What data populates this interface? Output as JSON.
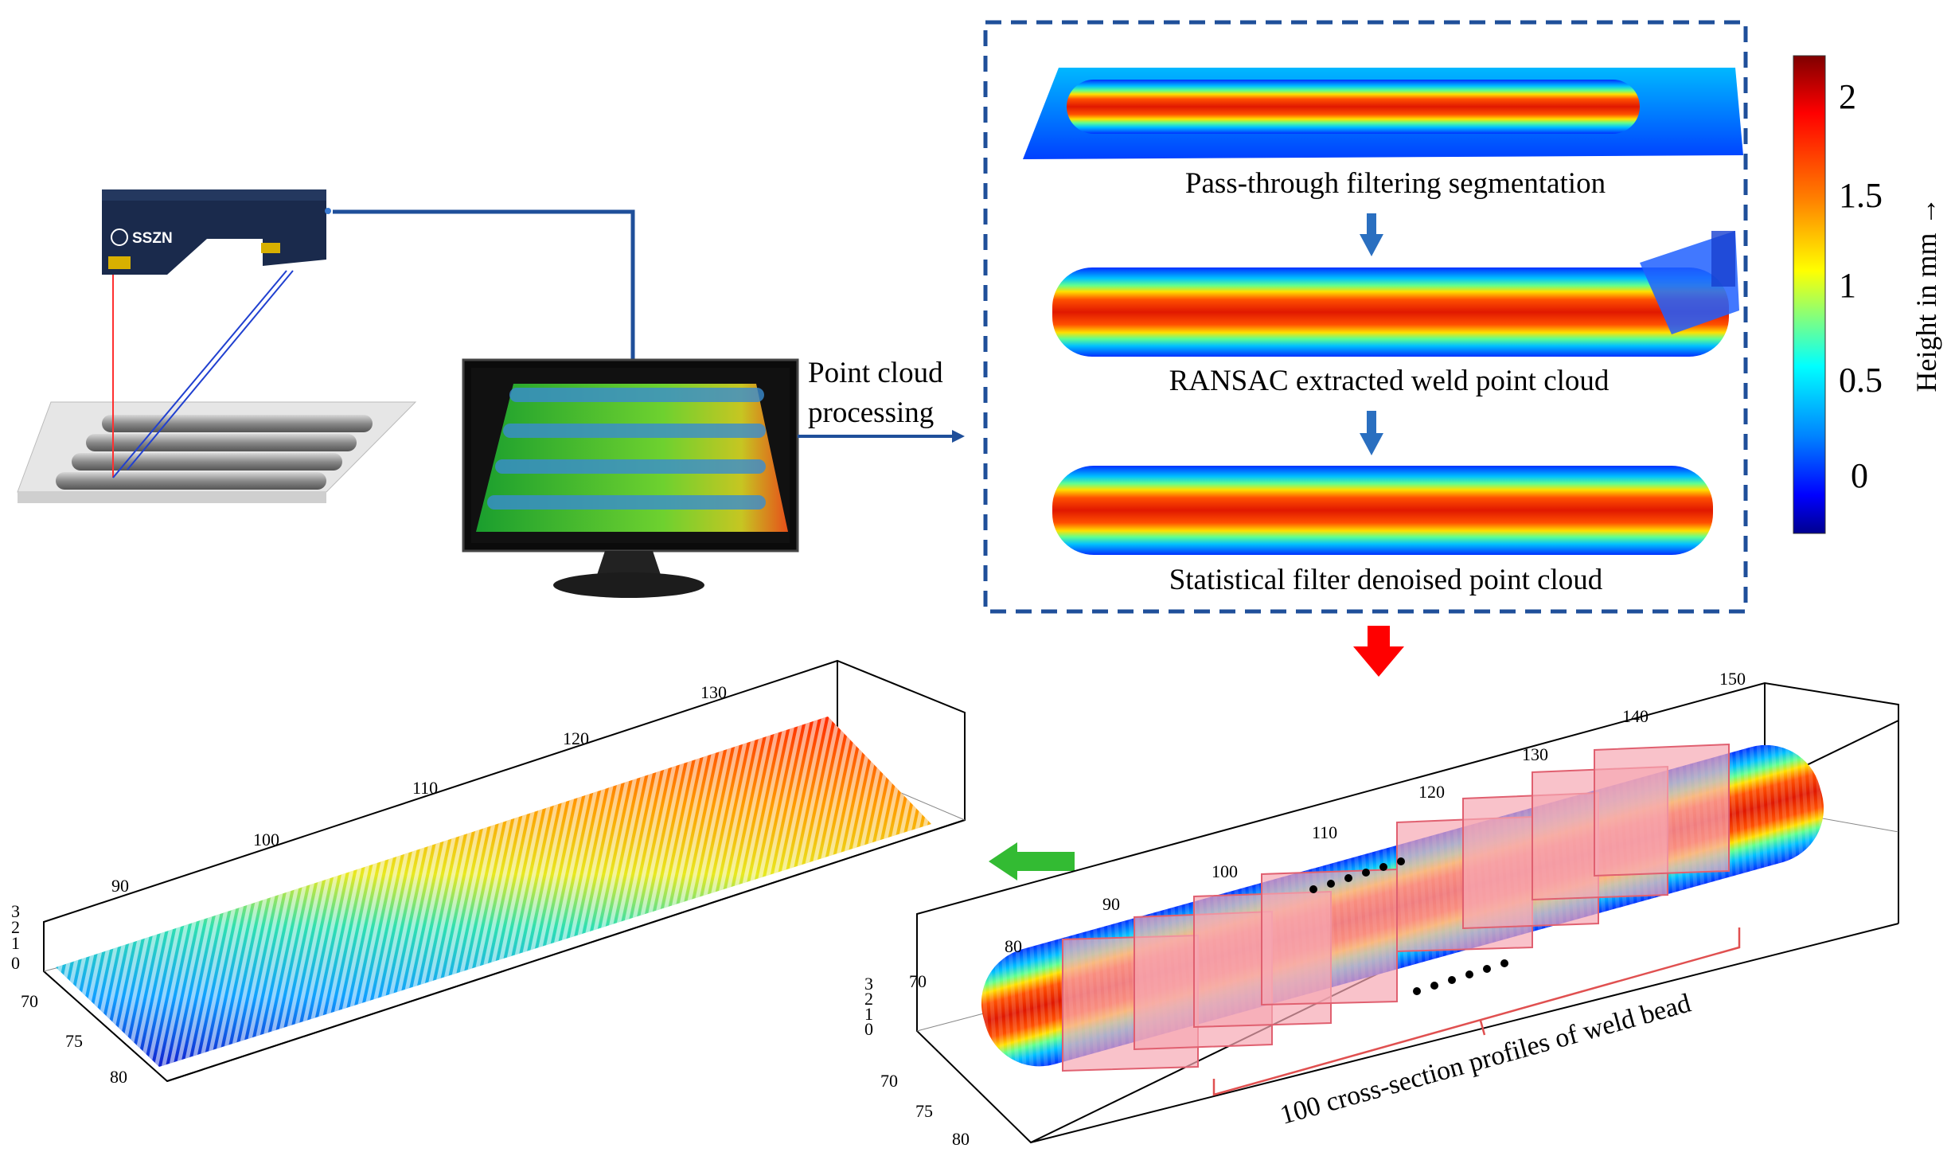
{
  "sensor": {
    "brand": "SSZN"
  },
  "flow": {
    "processing_label_line1": "Point cloud",
    "processing_label_line2": "processing"
  },
  "steps": [
    {
      "caption": "Pass-through filtering segmentation"
    },
    {
      "caption": "RANSAC extracted weld point cloud"
    },
    {
      "caption": "Statistical filter denoised point cloud"
    }
  ],
  "colorbar": {
    "label": "Height in mm →",
    "ticks": [
      "2",
      "1.5",
      "1",
      "0.5",
      "0"
    ],
    "colors": [
      "#7f0000",
      "#ff0000",
      "#ff8000",
      "#ffff00",
      "#80ff80",
      "#00ffff",
      "#0080ff",
      "#0000ff",
      "#00008f"
    ]
  },
  "profiles_plot": {
    "annotation": "100 cross-section profiles of weld bead",
    "x_ticks": [
      "70",
      "80",
      "90",
      "100",
      "110",
      "120",
      "130",
      "140",
      "150"
    ],
    "y_ticks": [
      "70",
      "75",
      "80"
    ],
    "z_ticks": [
      "3",
      "2",
      "1",
      "0"
    ]
  },
  "result_plot": {
    "x_ticks": [
      "90",
      "100",
      "110",
      "120",
      "130"
    ],
    "y_ticks": [
      "70",
      "75",
      "80"
    ],
    "z_ticks": [
      "3",
      "2",
      "1",
      "0"
    ]
  },
  "arrows": {
    "down_color": "#ff0000",
    "left_color": "#33bb33",
    "step_color": "#2a6fc0"
  }
}
